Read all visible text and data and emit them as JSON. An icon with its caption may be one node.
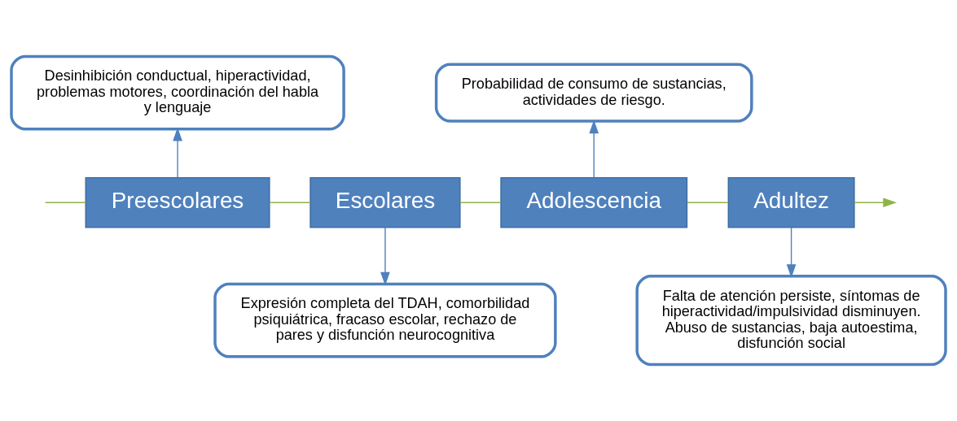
{
  "diagram": {
    "nodes": [
      {
        "text": [
          "Desinhibición conductual, hiperactividad, problemas motores, coordinación del habla y lenguaje"
        ]
      },
      {
        "text": [
          "Probabilidad de consumo de sustancias, actividades de riesgo."
        ]
      },
      {
        "text": [
          "Preescolares"
        ]
      },
      {
        "text": [
          "Escolares"
        ]
      },
      {
        "text": [
          "Adolescencia"
        ]
      },
      {
        "text": [
          "Adultez"
        ]
      },
      {
        "text": [
          "Expresión completa del TDAH, comorbilidad psiquiátrica, fracaso escolar, rechazo de pares y disfunción neurocognitiva"
        ]
      },
      {
        "text": [
          "Falta de atención persiste, síntomas de hiperactividad/impulsividad disminuyen. Abuso de sustancias, baja autoestima, disfunción social"
        ]
      }
    ],
    "edges": [
      {
        "from": null,
        "to": 2,
        "arrow": "none",
        "color": "#8db544"
      },
      {
        "from": 2,
        "to": 3,
        "arrow": "none",
        "color": "#8db544"
      },
      {
        "from": 3,
        "to": 4,
        "arrow": "none",
        "color": "#8db544"
      },
      {
        "from": 4,
        "to": 5,
        "arrow": "none",
        "color": "#8db544"
      },
      {
        "from": 5,
        "to": null,
        "arrow": "to",
        "color": "#8db544"
      },
      {
        "from": 2,
        "to": 0,
        "arrow": "to",
        "color": "#4f81bd"
      },
      {
        "from": 4,
        "to": 1,
        "arrow": "to",
        "color": "#4f81bd"
      },
      {
        "from": 3,
        "to": 6,
        "arrow": "to",
        "color": "#4f81bd"
      },
      {
        "from": 5,
        "to": 7,
        "arrow": "to",
        "color": "#4f81bd"
      }
    ]
  }
}
